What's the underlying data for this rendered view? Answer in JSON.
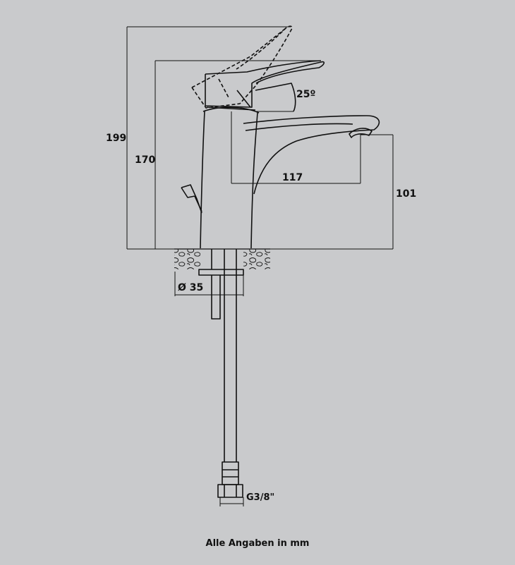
{
  "dimensions": {
    "total_height": "199",
    "body_height": "170",
    "spout_reach": "117",
    "spout_height": "101",
    "lever_angle": "25º",
    "hole_diameter": "Ø 35",
    "connection": "G3/8\""
  },
  "note": "Alle Angaben in mm",
  "colors": {
    "background": "#c9cacc",
    "line": "#111111"
  }
}
